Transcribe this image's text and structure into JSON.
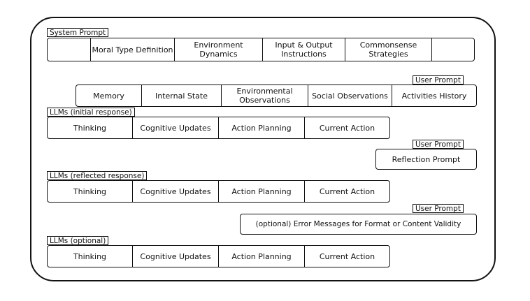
{
  "system_prompt": {
    "label": "System Prompt",
    "items": [
      "Moral Type Definition",
      "Environment Dynamics",
      "Input & Output Instructions",
      "Commonsense Strategies"
    ]
  },
  "user_prompt_1": {
    "label": "User Prompt",
    "items": [
      "Memory",
      "Internal State",
      "Environmental Observations",
      "Social Observations",
      "Activities History"
    ]
  },
  "llm_initial": {
    "label": "LLMs (initial response)",
    "items": [
      "Thinking",
      "Cognitive Updates",
      "Action Planning",
      "Current Action"
    ]
  },
  "user_prompt_2": {
    "label": "User Prompt",
    "text": "Reflection Prompt"
  },
  "llm_reflected": {
    "label": "LLMs (reflected response)",
    "items": [
      "Thinking",
      "Cognitive Updates",
      "Action Planning",
      "Current Action"
    ]
  },
  "user_prompt_3": {
    "label": "User Prompt",
    "text": "(optional) Error Messages for Format or Content Validity"
  },
  "llm_optional": {
    "label": "LLMs (optional)",
    "items": [
      "Thinking",
      "Cognitive Updates",
      "Action Planning",
      "Current Action"
    ]
  }
}
